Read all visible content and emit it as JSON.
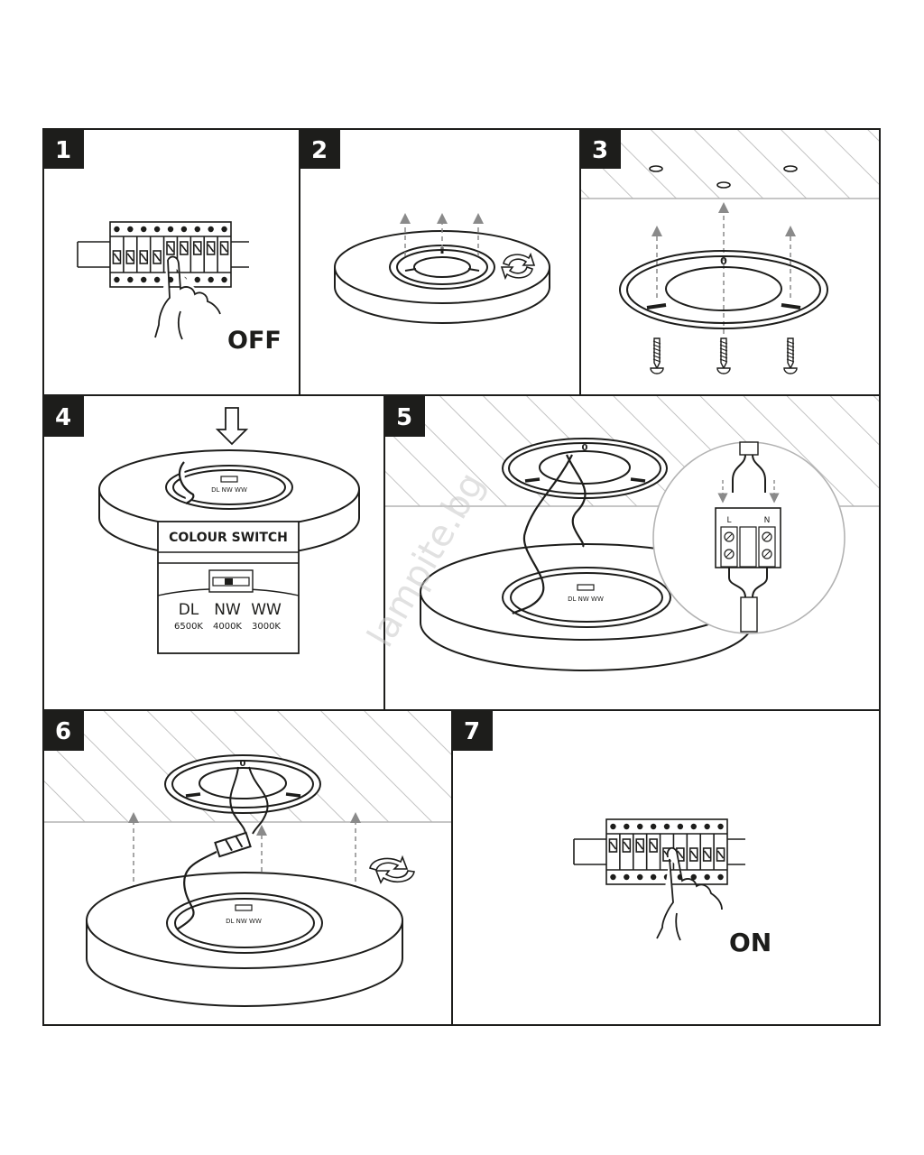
{
  "steps": [
    {
      "number": "1",
      "caption": "OFF"
    },
    {
      "number": "2"
    },
    {
      "number": "3"
    },
    {
      "number": "4"
    },
    {
      "number": "5"
    },
    {
      "number": "6"
    },
    {
      "number": "7",
      "caption": "ON"
    }
  ],
  "colour_switch": {
    "title": "COLOUR SWITCH",
    "options": [
      {
        "code": "DL",
        "temp": "6500K"
      },
      {
        "code": "NW",
        "temp": "4000K"
      },
      {
        "code": "WW",
        "temp": "3000K"
      }
    ]
  },
  "switch_label_small": "DL NW WW",
  "terminal": {
    "left": "L",
    "right": "N"
  },
  "mount_mark": "0",
  "watermark": "lampite.bg",
  "colors": {
    "stroke": "#1d1d1b",
    "number_box": "#1d1d1b",
    "arrow": "#8a8a8a",
    "hatch": "#b3b3b3"
  }
}
